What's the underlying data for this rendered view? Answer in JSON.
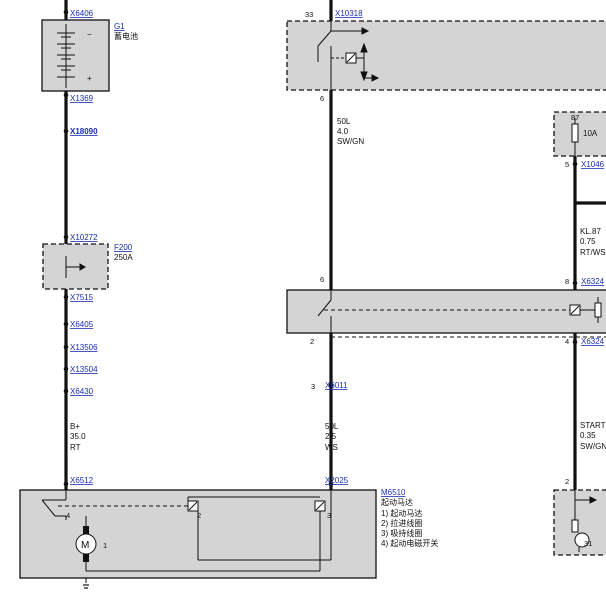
{
  "connectors": {
    "x6406": "X6406",
    "x1369": "X1369",
    "x18090": "X18090",
    "x10272": "X10272",
    "x7515": "X7515",
    "x6405": "X6405",
    "x13506": "X13506",
    "x13504": "X13504",
    "x6430": "X6430",
    "x6512": "X6512",
    "x10318": "X10318",
    "x6011": "X6011",
    "x2025": "X2025",
    "x1046": "X1046",
    "x6324a": "X6324",
    "x6324b": "X6324"
  },
  "battery": {
    "id": "G1",
    "name": "蓄电池",
    "minus": "−",
    "plus": "+"
  },
  "fuse_f200": {
    "id": "F200",
    "rating": "250A"
  },
  "fuse_right": {
    "pin": "87",
    "rating": "10A"
  },
  "wires": {
    "main": {
      "signal": "B+",
      "size": "35.0",
      "color": "RT"
    },
    "w50l_top": {
      "signal": "50L",
      "size": "4.0",
      "color": "SW/GN"
    },
    "w50l_bottom": {
      "signal": "50L",
      "size": "2.5",
      "color": "WS"
    },
    "kl87": {
      "signal": "KL.87",
      "size": "0.75",
      "color": "RT/WS"
    },
    "start": {
      "signal": "START",
      "size": "0.35",
      "color": "SW/GN"
    }
  },
  "starter": {
    "id": "M6510",
    "name": "起动马达",
    "legend": [
      "1)   起动马达",
      "2)   拉进线圈",
      "3)   吸持线圈",
      "4)   起动电磁开关"
    ]
  },
  "pins": {
    "p33": "33",
    "p6a": "6",
    "p6b": "6",
    "p2": "2",
    "p3": "3",
    "p4": "4",
    "p1": "1",
    "p2b": "2",
    "p3b": "3",
    "p5": "5",
    "p8": "8",
    "p4b": "4",
    "p2c": "2",
    "p31": "31"
  }
}
